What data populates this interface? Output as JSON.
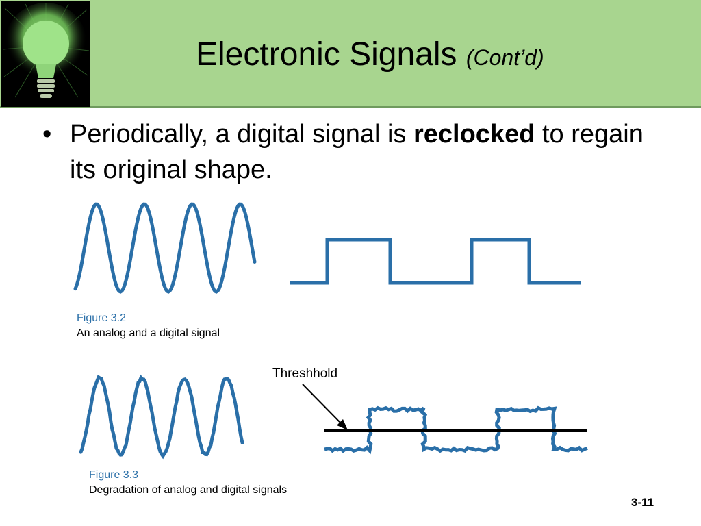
{
  "slide": {
    "title": "Electronic Signals",
    "title_suffix": "(Cont’d)",
    "bullet_text_before": "Periodically, a digital signal is ",
    "bullet_bold": "reclocked",
    "bullet_text_after": " to regain its original shape.",
    "number": "3-11"
  },
  "figure_3_2": {
    "number": "Figure 3.2",
    "caption": "An analog and a digital signal"
  },
  "figure_3_3": {
    "number": "Figure 3.3",
    "caption": "Degradation of analog and digital signals",
    "threshold_label": "Threshhold"
  },
  "colors": {
    "header_bg": "#a8d58f",
    "signal": "#2a6fa8",
    "caption_number": "#2a6fa8"
  },
  "icons": {
    "logo": "lightbulb-icon"
  }
}
